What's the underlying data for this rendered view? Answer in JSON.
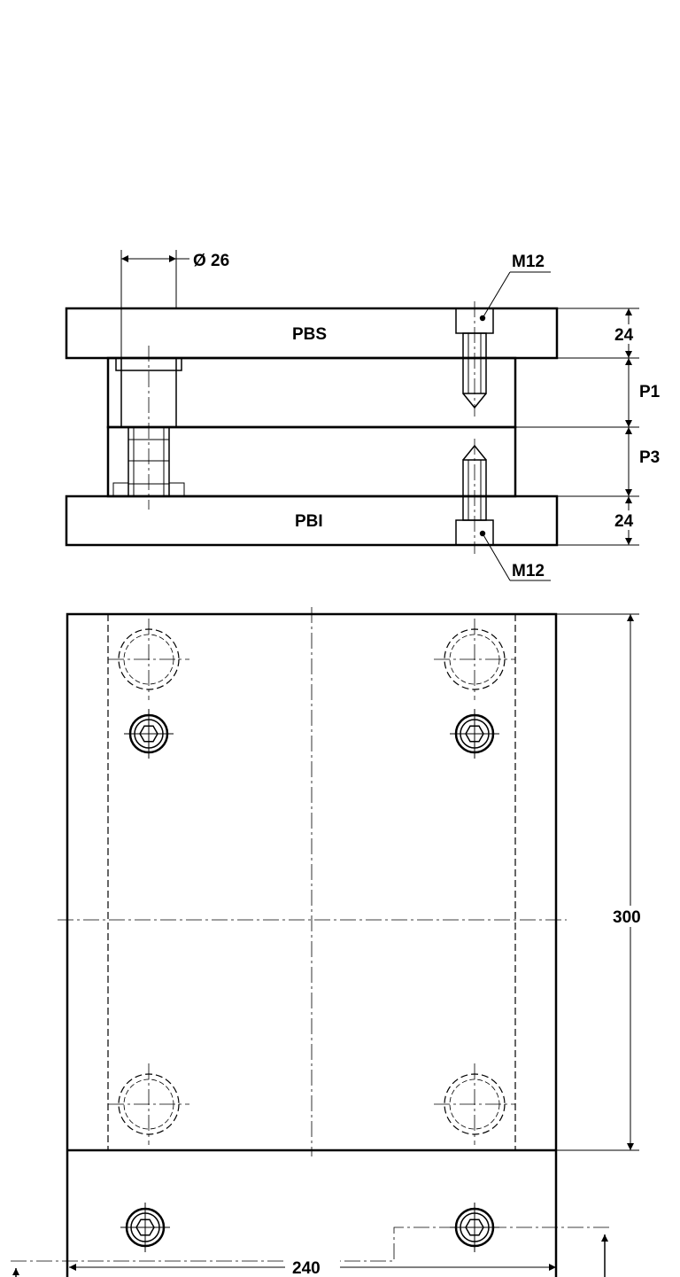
{
  "section_view": {
    "labels": {
      "plate_upper": "PBS",
      "plate_lower": "PBI",
      "screw_upper": "M12",
      "screw_lower": "M12",
      "bore_diameter": "Ø 26"
    },
    "dimensions": {
      "upper_plate_thickness": "24",
      "p1": "P1",
      "p3": "P3",
      "lower_plate_thickness": "24"
    }
  },
  "plan_view": {
    "dimensions": {
      "height": "300",
      "width": "240"
    }
  }
}
